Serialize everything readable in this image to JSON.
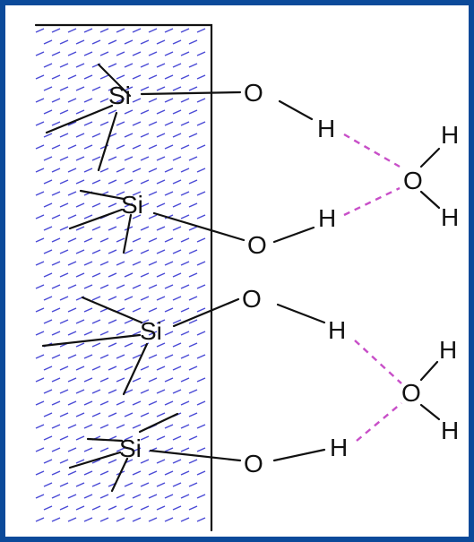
{
  "colors": {
    "frame": "#0b4a9a",
    "background": "#ffffff",
    "hatch": "#4b4bd6",
    "bond": "#111111",
    "hydrogen_bond": "#c84fc8"
  },
  "atoms": {
    "si_1": "Si",
    "o_1": "O",
    "h_1": "H",
    "si_2": "Si",
    "o_2": "O",
    "h_2": "H",
    "si_3": "Si",
    "o_3": "O",
    "h_3": "H",
    "si_4": "Si",
    "o_4": "O",
    "h_4": "H",
    "water_1_o": "O",
    "water_1_h_top": "H",
    "water_1_h_bottom": "H",
    "water_2_o": "O",
    "water_2_h_top": "H",
    "water_2_h_bottom": "H"
  }
}
